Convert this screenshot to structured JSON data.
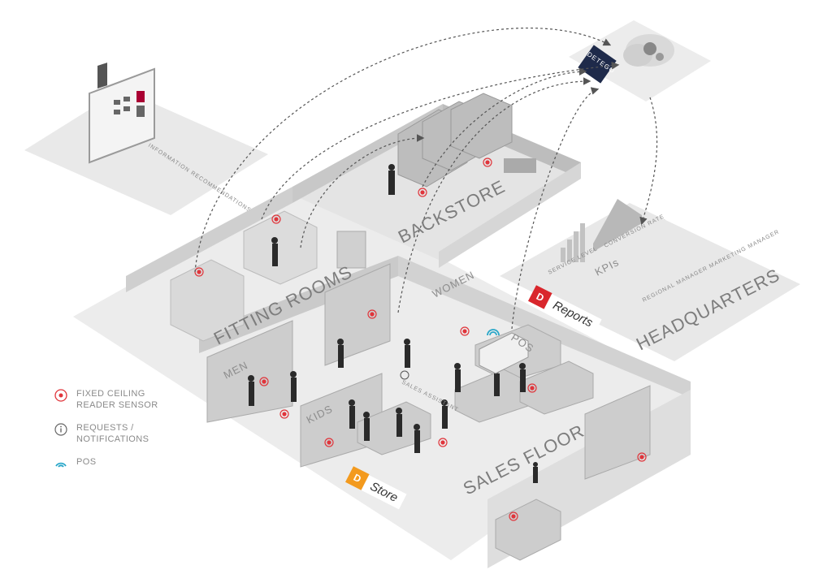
{
  "rooms": {
    "fitting_rooms": "FITTING ROOMS",
    "backstore": "BACKSTORE",
    "sales_floor": "SALES FLOOR",
    "headquarters": "HEADQUARTERS"
  },
  "zones": {
    "men": "MEN",
    "women": "WOMEN",
    "kids": "KIDS",
    "pos": "POS"
  },
  "screen_caption": "INFORMATION RECOMMENDATIONS ASSISTANCE",
  "cloud_brand": "DETEGO",
  "hq": {
    "kpis": "KPIs",
    "service_level": "SERVICE LEVEL",
    "conversion_rate": "CONVERSION RATE",
    "roles": "REGIONAL MANAGER MARKETING MANAGER"
  },
  "sales_assistant": "SALES ASSISTANT",
  "badges": {
    "reports": "Reports",
    "store": "Store",
    "reports_color": "#d9262c",
    "store_color": "#f39a1e"
  },
  "legend": [
    {
      "icon": "ceiling-sensor-icon",
      "text": "FIXED CEILING\nREADER SENSOR"
    },
    {
      "icon": "info-icon",
      "text": "REQUESTS /\nNOTIFICATIONS"
    },
    {
      "icon": "pos-wifi-icon",
      "text": "POS"
    }
  ],
  "colors": {
    "sensor": "#e0353b",
    "pos": "#2aa7c9",
    "floor": "#e3e3e3",
    "wall": "#c8c8c8"
  }
}
